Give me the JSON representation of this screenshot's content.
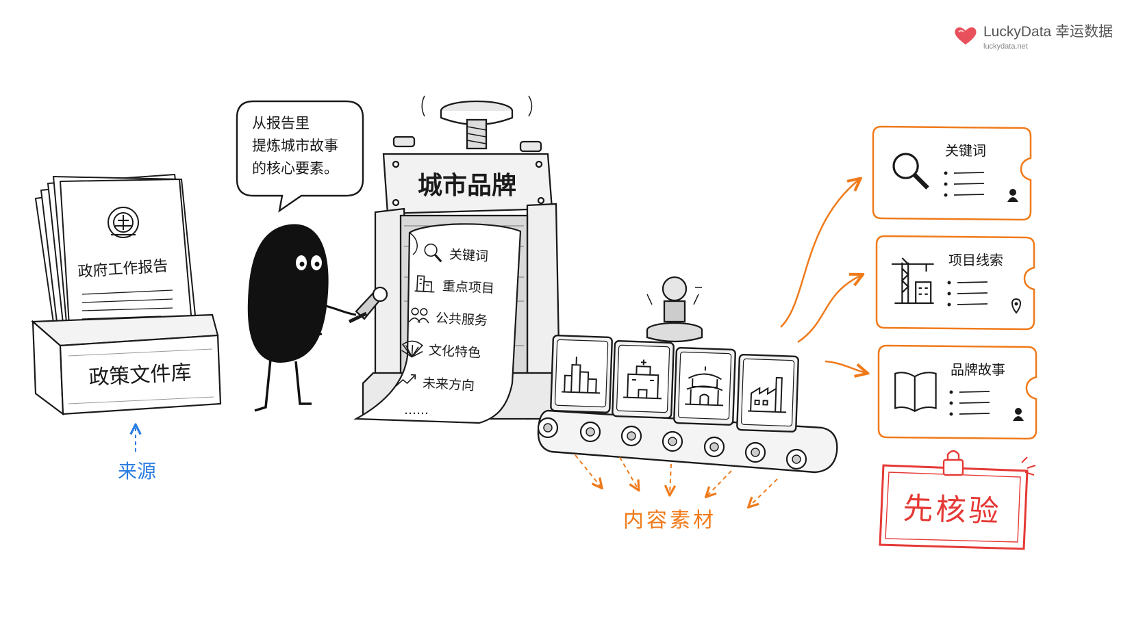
{
  "brand": {
    "name": "LuckyData 幸运数据",
    "url": "luckydata.net",
    "logo_color": "#e8505b"
  },
  "speech": {
    "line1": "从报告里",
    "line2": "提炼城市故事",
    "line3": "的核心要素。"
  },
  "document": {
    "title": "政府工作报告"
  },
  "library": {
    "label": "政策文件库"
  },
  "source": {
    "label": "来源",
    "color": "#2a7de1"
  },
  "machine": {
    "title": "城市品牌"
  },
  "scroll": {
    "items": [
      {
        "icon": "magnifier-icon",
        "label": "关键词"
      },
      {
        "icon": "buildings-icon",
        "label": "重点项目"
      },
      {
        "icon": "people-icon",
        "label": "公共服务"
      },
      {
        "icon": "fan-icon",
        "label": "文化特色"
      },
      {
        "icon": "trend-arrow-icon",
        "label": "未来方向"
      }
    ],
    "ellipsis": "……"
  },
  "conveyor": {
    "tiles": [
      "skyline-icon",
      "hospital-icon",
      "pavilion-icon",
      "factory-icon"
    ]
  },
  "material": {
    "label": "内容素材",
    "color": "#f07a1a"
  },
  "cards": [
    {
      "title": "关键词",
      "icon": "magnifier-icon",
      "badge": "person-icon"
    },
    {
      "title": "项目线索",
      "icon": "crane-building-icon",
      "badge": "location-pin-icon"
    },
    {
      "title": "品牌故事",
      "icon": "open-book-icon",
      "badge": "person-icon"
    }
  ],
  "verify": {
    "label": "先核验",
    "color": "#e53935"
  },
  "colors": {
    "ink": "#1a1a1a",
    "orange": "#f07a1a",
    "red": "#e53935",
    "blue": "#2a7de1"
  }
}
